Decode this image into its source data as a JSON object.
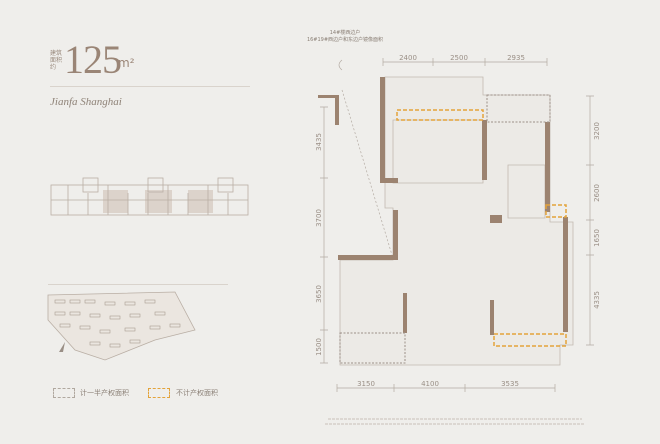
{
  "header": {
    "area_label": "建筑面积约",
    "area_value": "125",
    "area_unit": "m²",
    "project_name": "Jianfa Shanghai"
  },
  "plan": {
    "annotation_line1": "14#楼西边户",
    "annotation_line2": "16#19#西边户和东边户镜像面积",
    "dimensions_top": [
      "2400",
      "2500",
      "2935"
    ],
    "dimensions_left": [
      "3435",
      "3700",
      "3650",
      "1500"
    ],
    "dimensions_right": [
      "3200",
      "2600",
      "1650",
      "4335"
    ],
    "dimensions_bottom": [
      "3150",
      "4100",
      "3535"
    ]
  },
  "legend": [
    {
      "label": "计一半产权面积",
      "color": "#b0a89f"
    },
    {
      "label": "不计产权面积",
      "color": "#e3a33a"
    }
  ],
  "colors": {
    "wall": "#9c8370",
    "background": "#efeeeb",
    "highlight": "#e3a33a"
  }
}
